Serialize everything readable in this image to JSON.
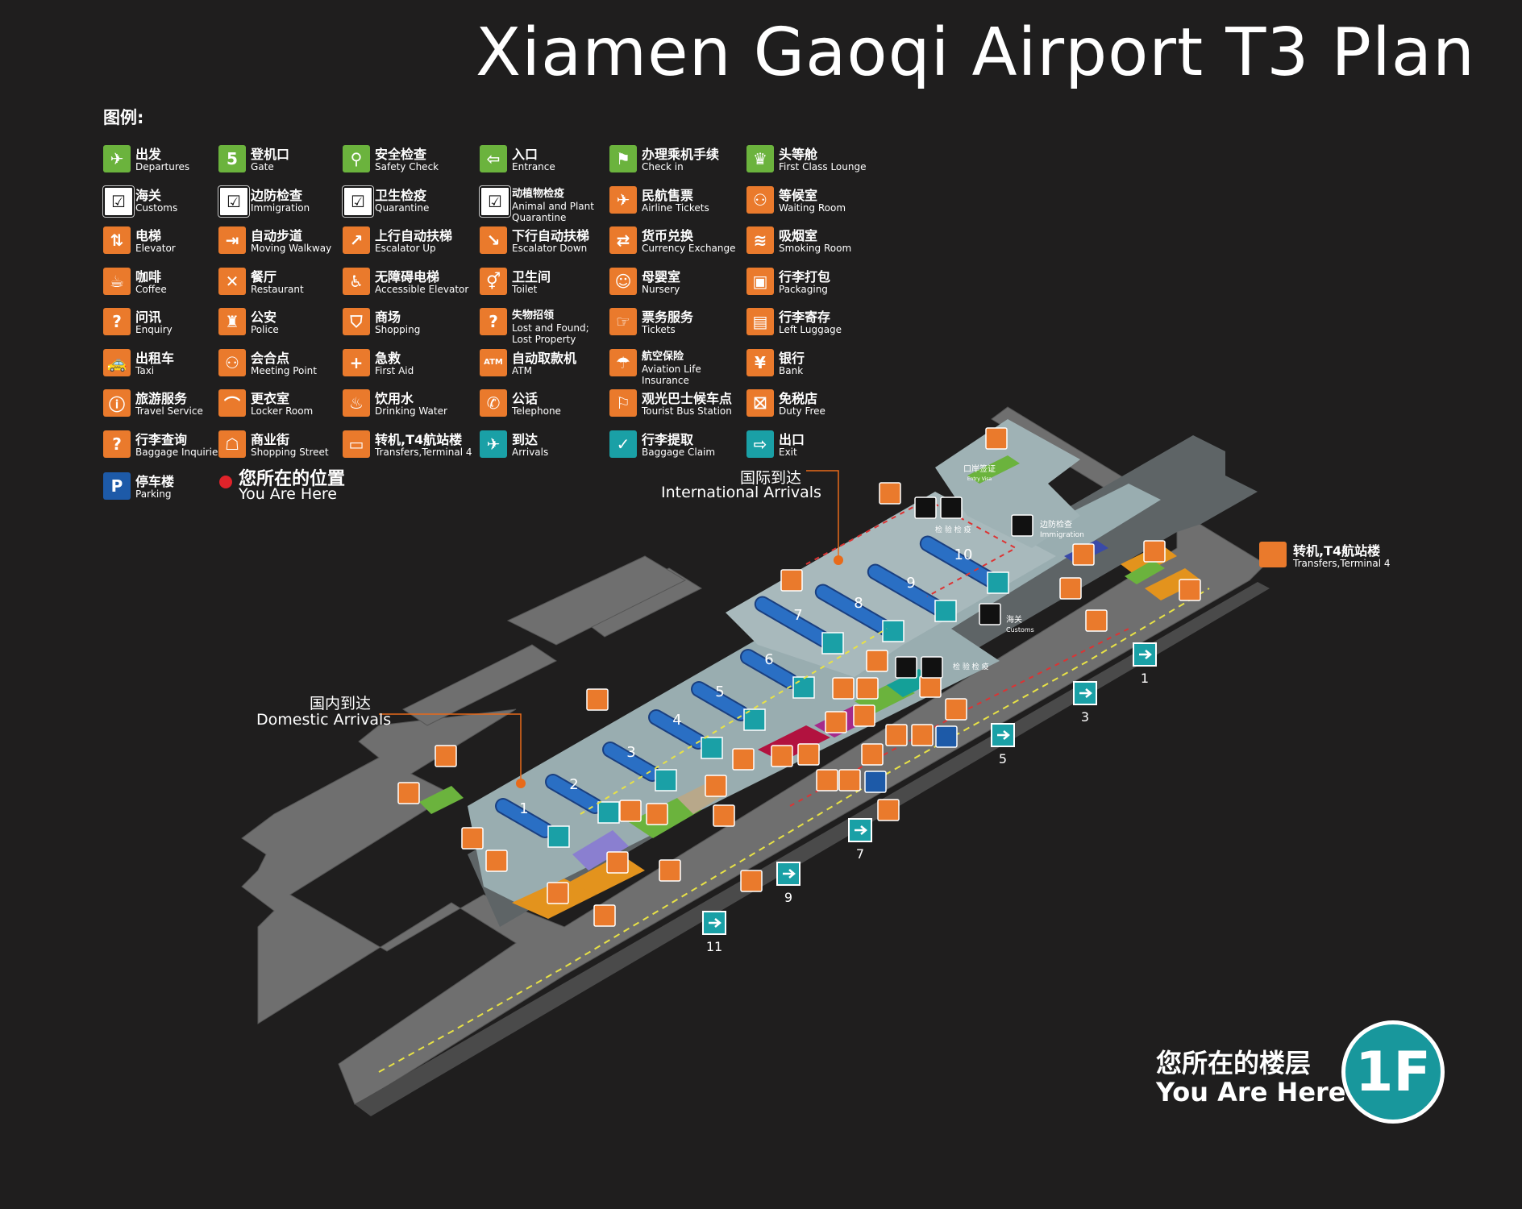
{
  "title": "Xiamen Gaoqi Airport T3 Plan",
  "legend_title": "图例:",
  "legend": [
    {
      "cn": "出发",
      "en": "Departures",
      "icon": "departures-icon",
      "color": "#6bb33d",
      "glyph": "✈"
    },
    {
      "cn": "海关",
      "en": "Customs",
      "icon": "customs-icon",
      "color": "#ffffff",
      "glyph": "☑"
    },
    {
      "cn": "电梯",
      "en": "Elevator",
      "icon": "elevator-icon",
      "color": "#ea7a2c",
      "glyph": "⇅"
    },
    {
      "cn": "咖啡",
      "en": "Coffee",
      "icon": "coffee-icon",
      "color": "#ea7a2c",
      "glyph": "☕"
    },
    {
      "cn": "问讯",
      "en": "Enquiry",
      "icon": "enquiry-icon",
      "color": "#ea7a2c",
      "glyph": "?"
    },
    {
      "cn": "出租车",
      "en": "Taxi",
      "icon": "taxi-icon",
      "color": "#ea7a2c",
      "glyph": "🚕"
    },
    {
      "cn": "旅游服务",
      "en": "Travel  Service",
      "icon": "travel-service-icon",
      "color": "#ea7a2c",
      "glyph": "ⓘ"
    },
    {
      "cn": "行李查询",
      "en": "Baggage Inquiries",
      "icon": "baggage-inquiries-icon",
      "color": "#ea7a2c",
      "glyph": "?"
    },
    {
      "cn": "停车楼",
      "en": "Parking",
      "icon": "parking-icon",
      "color": "#1d5aa8",
      "glyph": "P"
    },
    {
      "cn": "登机口",
      "en": "Gate",
      "icon": "gate-icon",
      "color": "#6bb33d",
      "glyph": "5"
    },
    {
      "cn": "边防检查",
      "en": "Immigration",
      "icon": "immigration-icon",
      "color": "#ffffff",
      "glyph": "☑"
    },
    {
      "cn": "自动步道",
      "en": "Moving Walkway",
      "icon": "moving-walkway-icon",
      "color": "#ea7a2c",
      "glyph": "⇥"
    },
    {
      "cn": "餐厅",
      "en": "Restaurant",
      "icon": "restaurant-icon",
      "color": "#ea7a2c",
      "glyph": "✕"
    },
    {
      "cn": "公安",
      "en": "Police",
      "icon": "police-icon",
      "color": "#ea7a2c",
      "glyph": "♜"
    },
    {
      "cn": "会合点",
      "en": "Meeting Point",
      "icon": "meeting-point-icon",
      "color": "#ea7a2c",
      "glyph": "⚇"
    },
    {
      "cn": "更衣室",
      "en": "Locker Room",
      "icon": "locker-room-icon",
      "color": "#ea7a2c",
      "glyph": "⌒"
    },
    {
      "cn": "商业街",
      "en": "Shopping Street",
      "icon": "shopping-street-icon",
      "color": "#ea7a2c",
      "glyph": "☖"
    },
    {
      "cn": "安全检查",
      "en": "Safety Check",
      "icon": "safety-check-icon",
      "color": "#6bb33d",
      "glyph": "⚲"
    },
    {
      "cn": "卫生检疫",
      "en": "Quarantine",
      "icon": "quarantine-icon",
      "color": "#ffffff",
      "glyph": "☑"
    },
    {
      "cn": "上行自动扶梯",
      "en": "Escalator Up",
      "icon": "escalator-up-icon",
      "color": "#ea7a2c",
      "glyph": "↗"
    },
    {
      "cn": "无障碍电梯",
      "en": "Accessible Elevator",
      "icon": "accessible-elevator-icon",
      "color": "#ea7a2c",
      "glyph": "♿"
    },
    {
      "cn": "商场",
      "en": "Shopping",
      "icon": "shopping-icon",
      "color": "#ea7a2c",
      "glyph": "⛉"
    },
    {
      "cn": "急救",
      "en": "First Aid",
      "icon": "first-aid-icon",
      "color": "#ea7a2c",
      "glyph": "+"
    },
    {
      "cn": "饮用水",
      "en": "Drinking Water",
      "icon": "drinking-water-icon",
      "color": "#ea7a2c",
      "glyph": "♨"
    },
    {
      "cn": "转机,T4航站楼",
      "en": "Transfers,Terminal 4",
      "icon": "bus-icon",
      "color": "#ea7a2c",
      "glyph": "▭"
    },
    {
      "cn": "入口",
      "en": "Entrance",
      "icon": "entrance-icon",
      "color": "#6bb33d",
      "glyph": "⇦"
    },
    {
      "cn": "动植物检疫",
      "en": "Animal and Plant Quarantine",
      "icon": "animal-plant-quarantine-icon",
      "color": "#ffffff",
      "glyph": "☑"
    },
    {
      "cn": "下行自动扶梯",
      "en": "Escalator Down",
      "icon": "escalator-down-icon",
      "color": "#ea7a2c",
      "glyph": "↘"
    },
    {
      "cn": "卫生间",
      "en": "Toilet",
      "icon": "toilet-icon",
      "color": "#ea7a2c",
      "glyph": "⚥"
    },
    {
      "cn": "失物招领",
      "en": "Lost and Found; Lost Property",
      "icon": "lost-found-icon",
      "color": "#ea7a2c",
      "glyph": "?"
    },
    {
      "cn": "自动取款机",
      "en": "ATM",
      "icon": "atm-icon",
      "color": "#ea7a2c",
      "glyph": "ATM"
    },
    {
      "cn": "公话",
      "en": "Telephone",
      "icon": "telephone-icon",
      "color": "#ea7a2c",
      "glyph": "✆"
    },
    {
      "cn": "到达",
      "en": "Arrivals",
      "icon": "arrivals-icon",
      "color": "#1aa0a6",
      "glyph": "✈"
    },
    {
      "cn": "办理乘机手续",
      "en": "Check in",
      "icon": "check-in-icon",
      "color": "#6bb33d",
      "glyph": "⚑"
    },
    {
      "cn": "民航售票",
      "en": "Airline Tickets",
      "icon": "airline-tickets-icon",
      "color": "#ea7a2c",
      "glyph": "✈"
    },
    {
      "cn": "货币兑换",
      "en": "Currency Exchange",
      "icon": "currency-exchange-icon",
      "color": "#ea7a2c",
      "glyph": "⇄"
    },
    {
      "cn": "母婴室",
      "en": "Nursery",
      "icon": "nursery-icon",
      "color": "#ea7a2c",
      "glyph": "☺"
    },
    {
      "cn": "票务服务",
      "en": "Tickets",
      "icon": "tickets-icon",
      "color": "#ea7a2c",
      "glyph": "☞"
    },
    {
      "cn": "航空保险",
      "en": "Aviation Life Insurance",
      "icon": "insurance-icon",
      "color": "#ea7a2c",
      "glyph": "☂"
    },
    {
      "cn": "观光巴士候车点",
      "en": "Tourist Bus Station",
      "icon": "tourist-bus-icon",
      "color": "#ea7a2c",
      "glyph": "⚐"
    },
    {
      "cn": "行李提取",
      "en": "Baggage Claim",
      "icon": "baggage-claim-icon",
      "color": "#1aa0a6",
      "glyph": "✓"
    },
    {
      "cn": "头等舱",
      "en": "First Class Lounge",
      "icon": "first-class-lounge-icon",
      "color": "#6bb33d",
      "glyph": "♛"
    },
    {
      "cn": "等候室",
      "en": "Waiting Room",
      "icon": "waiting-room-icon",
      "color": "#ea7a2c",
      "glyph": "⚇"
    },
    {
      "cn": "吸烟室",
      "en": "Smoking Room",
      "icon": "smoking-room-icon",
      "color": "#ea7a2c",
      "glyph": "≋"
    },
    {
      "cn": "行李打包",
      "en": "Packaging",
      "icon": "packaging-icon",
      "color": "#ea7a2c",
      "glyph": "▣"
    },
    {
      "cn": "行李寄存",
      "en": "Left Luggage",
      "icon": "left-luggage-icon",
      "color": "#ea7a2c",
      "glyph": "▤"
    },
    {
      "cn": "银行",
      "en": "Bank",
      "icon": "bank-icon",
      "color": "#ea7a2c",
      "glyph": "¥"
    },
    {
      "cn": "免税店",
      "en": "Duty  Free",
      "icon": "duty-free-icon",
      "color": "#ea7a2c",
      "glyph": "⛝"
    },
    {
      "cn": "出口",
      "en": "Exit",
      "icon": "exit-icon",
      "color": "#1aa0a6",
      "glyph": "⇨"
    }
  ],
  "you_are_here": {
    "cn": "您所在的位置",
    "en": "You Are Here"
  },
  "callouts": {
    "international": {
      "cn": "国际到达",
      "en": "International Arrivals"
    },
    "domestic": {
      "cn": "国内到达",
      "en": "Domestic Arrivals"
    }
  },
  "transfer": {
    "cn": "转机,T4航站楼",
    "en": "Transfers,Terminal 4"
  },
  "carousels": [
    "1",
    "2",
    "3",
    "4",
    "5",
    "6",
    "7",
    "8",
    "9",
    "10"
  ],
  "exits": [
    "1",
    "3",
    "5",
    "7",
    "9",
    "11"
  ],
  "map_labels": {
    "entry_visa": "口岸签证",
    "entry_visa_en": "Entry Visa",
    "inspection": "检 验 检 疫",
    "immigration_cn": "边防检查",
    "immigration_en": "Immigration",
    "customs_cn": "海关",
    "customs_en": "Customs"
  },
  "floor": {
    "cn": "您所在的楼层",
    "en": "You Are Here",
    "level": "1F"
  },
  "colors": {
    "background": "#1f1e1e",
    "floor": "#9eb0b3",
    "apron": "#777777",
    "orange": "#ea7a2c",
    "teal": "#1aa0a6",
    "green": "#6bb33d",
    "carousel": "#2a6fc4"
  }
}
